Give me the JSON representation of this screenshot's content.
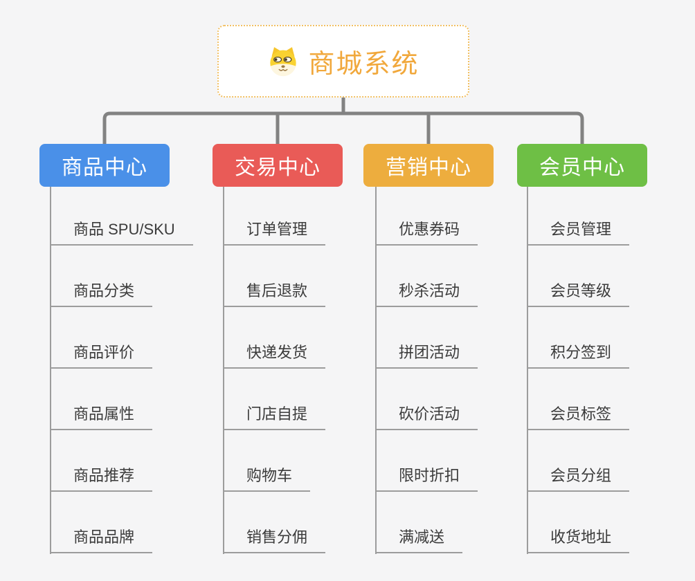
{
  "root": {
    "label": "商城系统",
    "icon": "doge-face-icon"
  },
  "branches": [
    {
      "label": "商品中心",
      "color": "#4a90e8",
      "children": [
        "商品 SPU/SKU",
        "商品分类",
        "商品评价",
        "商品属性",
        "商品推荐",
        "商品品牌"
      ]
    },
    {
      "label": "交易中心",
      "color": "#e95b57",
      "children": [
        "订单管理",
        "售后退款",
        "快递发货",
        "门店自提",
        "购物车",
        "销售分佣"
      ]
    },
    {
      "label": "营销中心",
      "color": "#edad3e",
      "children": [
        "优惠券码",
        "秒杀活动",
        "拼团活动",
        "砍价活动",
        "限时折扣",
        "满减送"
      ]
    },
    {
      "label": "会员中心",
      "color": "#6ebf45",
      "children": [
        "会员管理",
        "会员等级",
        "积分签到",
        "会员标签",
        "会员分组",
        "收货地址"
      ]
    }
  ],
  "colors": {
    "background": "#f5f5f6",
    "connector": "#828282",
    "child_line": "#9c9c9c",
    "child_text": "#3b3b3b",
    "root_text": "#f1a83c",
    "root_border": "#f2c063"
  }
}
